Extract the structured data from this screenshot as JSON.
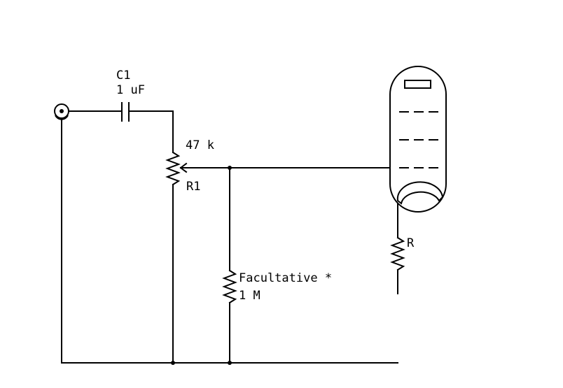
{
  "capacitor": {
    "name": "C1",
    "value": "1 uF"
  },
  "potentiometer": {
    "value": "47 k",
    "name": "R1"
  },
  "optional_resistor": {
    "label": "Facultative *",
    "value": "1 M"
  },
  "cathode_resistor": {
    "name": "R"
  }
}
